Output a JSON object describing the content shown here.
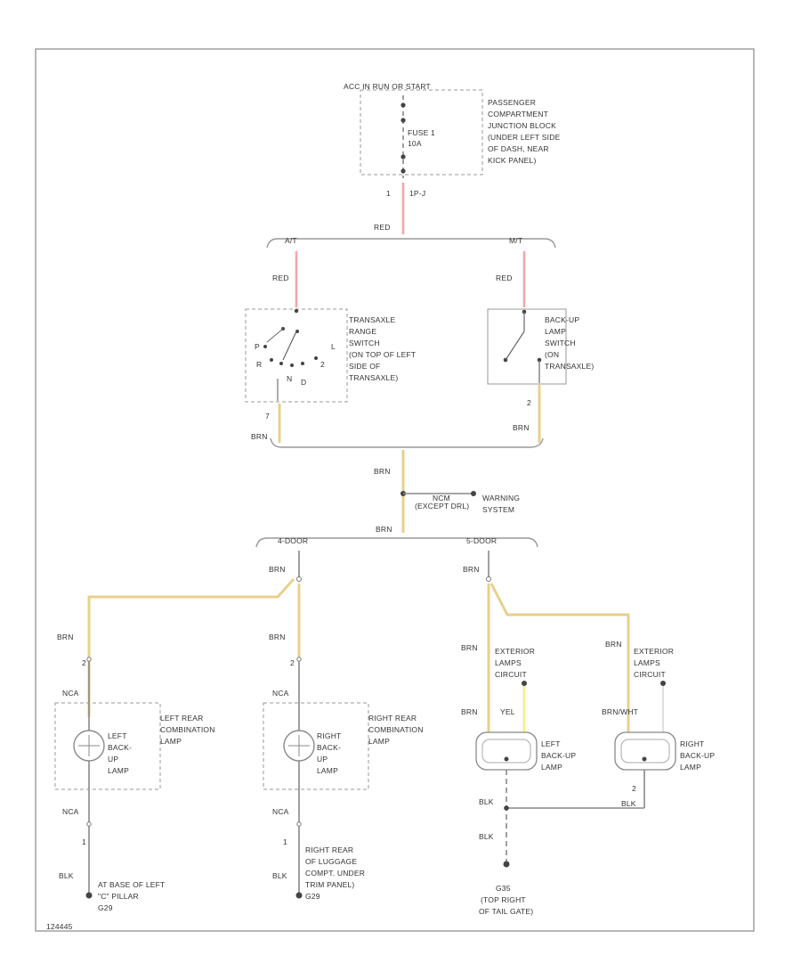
{
  "labels": {
    "acc": "ACC IN RUN OR START",
    "pcjb": [
      "PASSENGER",
      "COMPARTMENT",
      "JUNCTION BLOCK",
      "(UNDER LEFT SIDE",
      "OF DASH, NEAR",
      "KICK PANEL)"
    ],
    "fuse": [
      "FUSE 1",
      "10A"
    ],
    "pin1": "1",
    "conn_top": "1P-J",
    "red": "RED",
    "at": "A/T",
    "mt": "M/T",
    "trs": [
      "TRANSAXLE",
      "RANGE",
      "SWITCH",
      "(ON TOP OF LEFT",
      "SIDE OF",
      "TRANSAXLE)"
    ],
    "trs_pins": [
      "P",
      "R",
      "N",
      "D",
      "2",
      "L"
    ],
    "bus": [
      "BACK-UP",
      "LAMP",
      "SWITCH",
      "(ON",
      "TRANSAXLE)"
    ],
    "pin7": "7",
    "pin2": "2",
    "brn": "BRN",
    "ncm": [
      "NCM",
      "(EXCEPT DRL)"
    ],
    "warn": [
      "WARNING",
      "SYSTEM"
    ],
    "door4": "4-DOOR",
    "door5": "5-DOOR",
    "nca": "NCA",
    "lrc": [
      "LEFT REAR",
      "COMBINATION",
      "LAMP"
    ],
    "rrc": [
      "RIGHT REAR",
      "COMBINATION",
      "LAMP"
    ],
    "lbu": [
      "LEFT",
      "BACK-",
      "UP",
      "LAMP"
    ],
    "rbu": [
      "RIGHT",
      "BACK-",
      "UP",
      "LAMP"
    ],
    "ext": [
      "EXTERIOR",
      "LAMPS",
      "CIRCUIT"
    ],
    "yel": "YEL",
    "brnwht": "BRN/WHT",
    "blk": "BLK",
    "lbul": [
      "LEFT",
      "BACK-UP",
      "LAMP"
    ],
    "rbul": [
      "RIGHT",
      "BACK-UP",
      "LAMP"
    ],
    "g_left": [
      "AT BASE OF LEFT",
      "\"C\" PILLAR",
      "G29"
    ],
    "g_right": [
      "RIGHT REAR",
      "OF LUGGAGE",
      "COMPT. UNDER",
      "TRIM PANEL)",
      "G29"
    ],
    "g_tail": [
      "G35",
      "(TOP RIGHT",
      "OF TAIL GATE)"
    ],
    "footer": "124445"
  },
  "colors": {
    "red_wire": "#f1a7a7",
    "brn_wire": "#e8d08c",
    "yel_wire": "#f4f18c"
  }
}
